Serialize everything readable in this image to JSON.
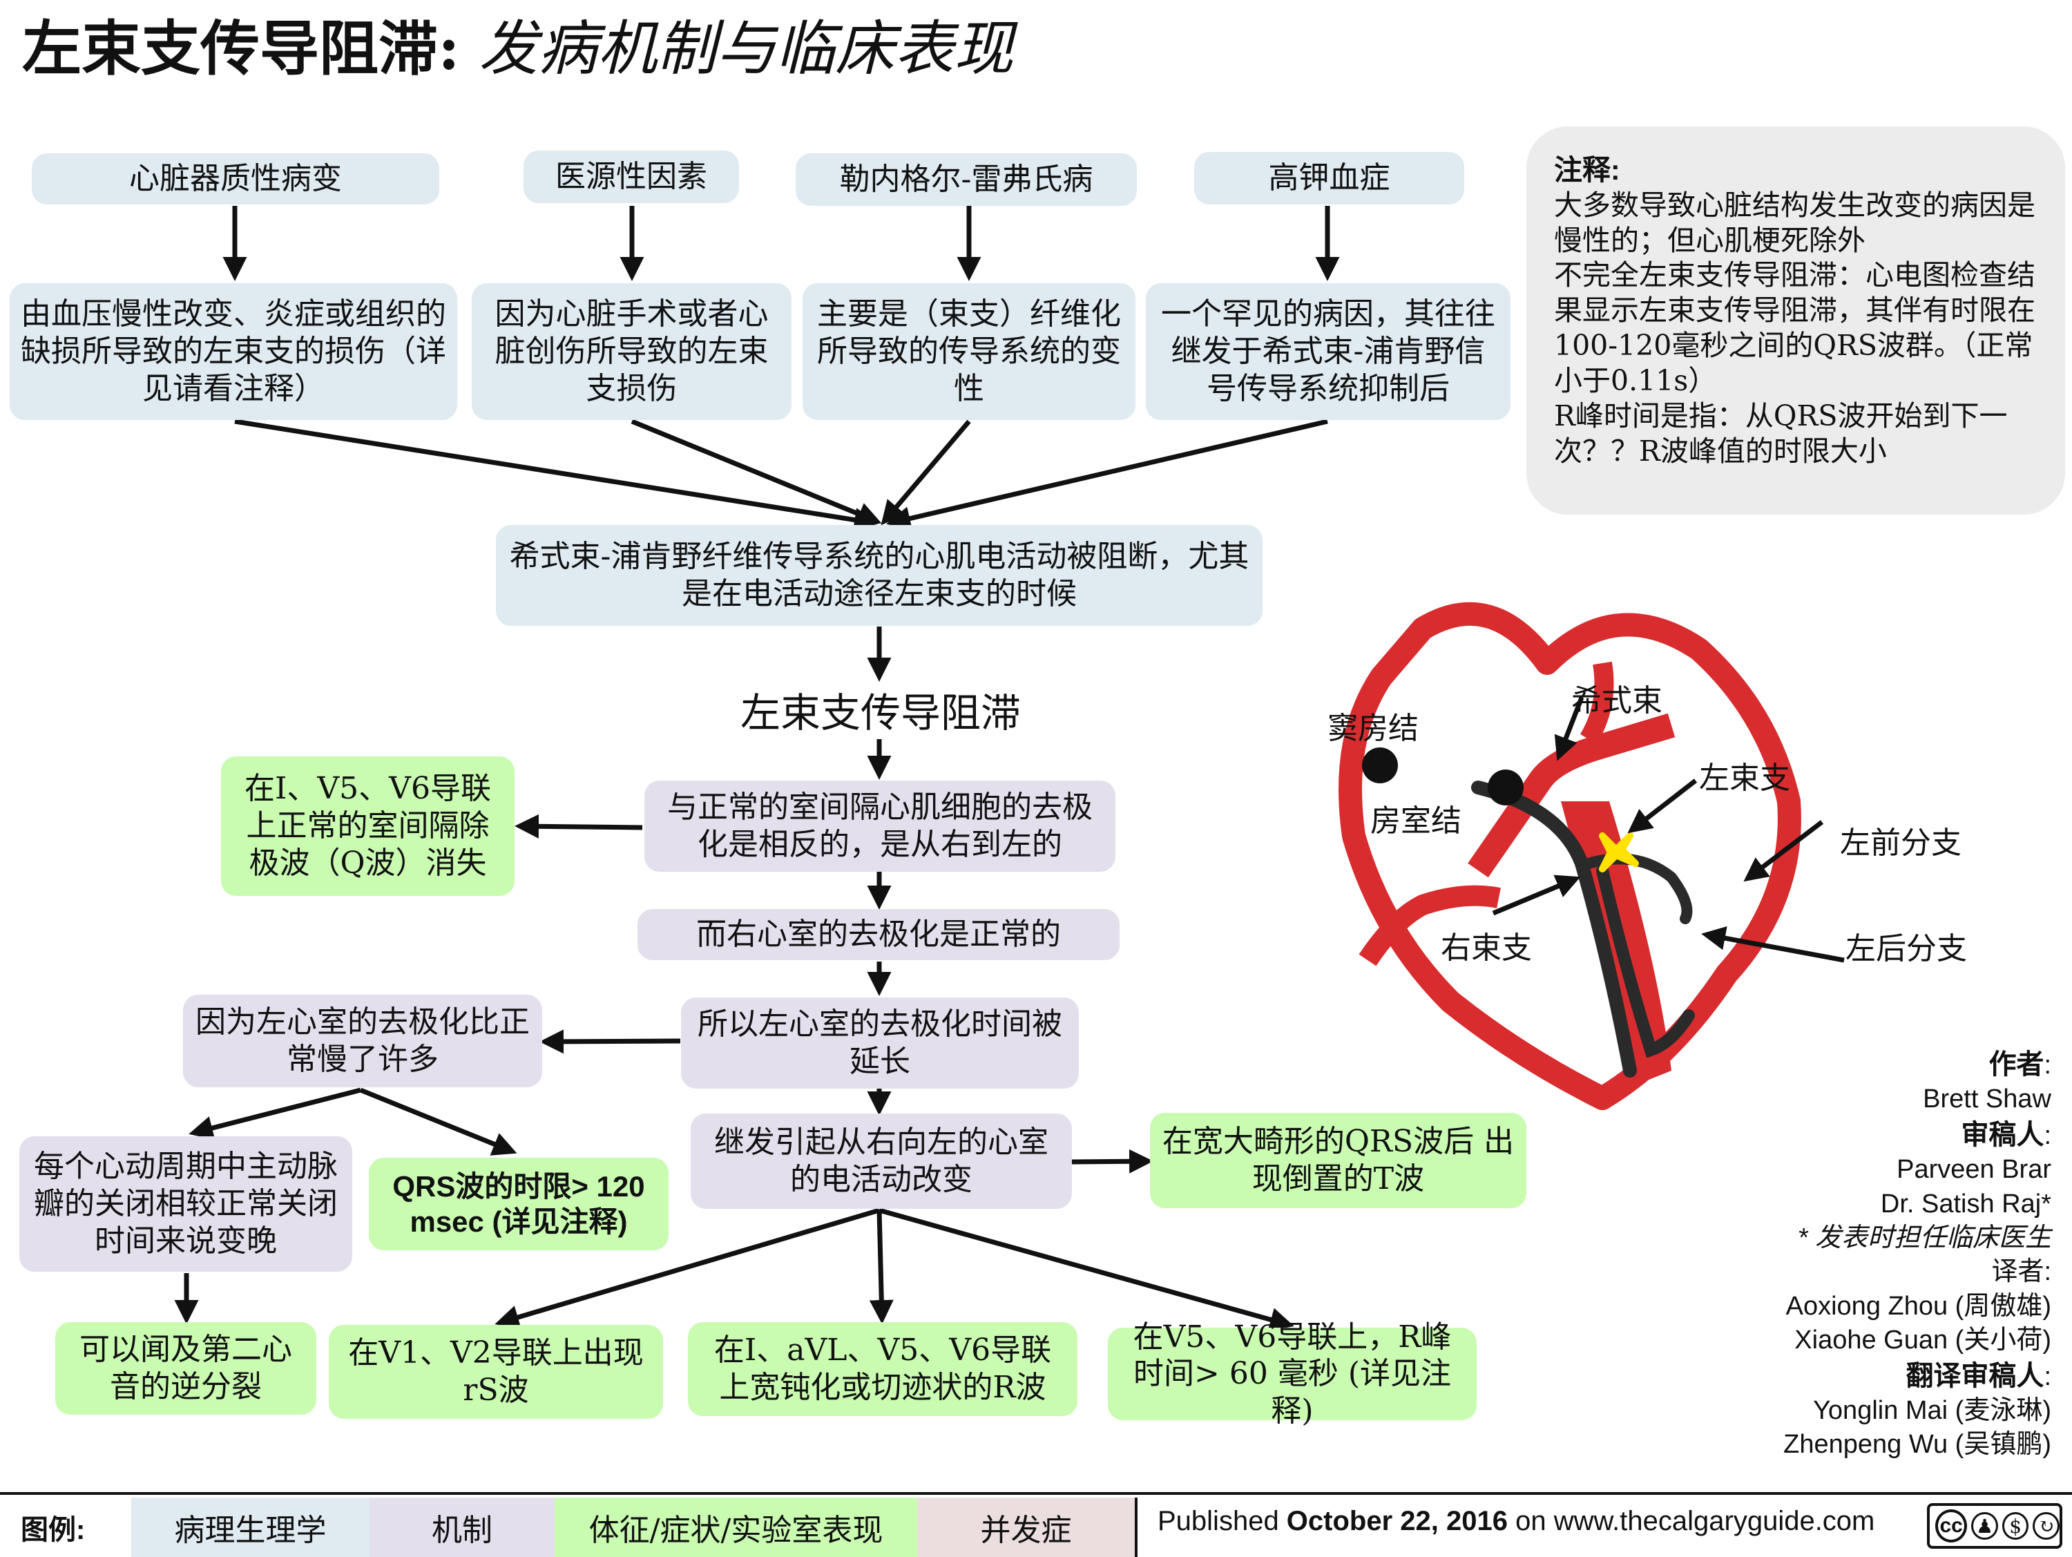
{
  "title": {
    "main": "左束支传导阻滞:",
    "sub": "发病机制与临床表现"
  },
  "causes": [
    {
      "label": "心脏器质性病变",
      "detail": "由血压慢性改变、炎症或组织的缺损所导致的左束支的损伤（详见请看注释）"
    },
    {
      "label": "医源性因素",
      "detail": "因为心脏手术或者心脏创伤所导致的左束支损伤"
    },
    {
      "label": "勒内格尔-雷弗氏病",
      "detail": "主要是（束支）纤维化所导致的传导系统的变性"
    },
    {
      "label": "高钾血症",
      "detail": "一个罕见的病因，其往往继发于希式束-浦肯野信号传导系统抑制后"
    }
  ],
  "notes": {
    "heading": "注释:",
    "lines": [
      "大多数导致心脏结构发生改变的病因是慢性的；但心肌梗死除外",
      "不完全左束支传导阻滞：心电图检查结果显示左束支传导阻滞，其伴有时限在100-120毫秒之间的QRS波群。（正常小于0.11s）",
      "R峰时间是指：从QRS波开始到下一次？？R波峰值的时限大小"
    ]
  },
  "flow": {
    "blocked": "希式束-浦肯野纤维传导系统的心肌电活动被阻断，尤其是在电活动途径左束支的时候",
    "lbbb": "左束支传导阻滞",
    "opposite": "与正常的室间隔心肌细胞的去极化是相反的，是从右到左的",
    "q_loss": "在Ⅰ、V5、V6导联上正常的室间隔除极波（Q波）消失",
    "rv_normal": "而右心室的去极化是正常的",
    "lv_prolonged": "所以左心室的去极化时间被延长",
    "lv_slower": "因为左心室的去极化比正常慢了许多",
    "valve_late": "每个心动周期中主动脉瓣的关闭相较正常关闭时间来说变晚",
    "qrs_width": "QRS波的时限> 120 msec (详见注释)",
    "s2_split": "可以闻及第二心音的逆分裂",
    "secondary": "继发引起从右向左的心室的电活动改变",
    "t_inverted": "在宽大畸形的QRS波后 出现倒置的T波",
    "rs_v1v2": "在V1、V2导联上出现rS波",
    "notched_r": "在Ⅰ、aVL、V5、V6导联上宽钝化或切迹状的R波",
    "r_peak_time": "在V5、V6导联上，R峰时间> 60 毫秒 (详见注释)"
  },
  "heart_labels": {
    "sa_node": "窦房结",
    "av_node": "房室结",
    "his": "希式束",
    "lbb": "左束支",
    "laf": "左前分支",
    "lpf": "左后分支",
    "rbb": "右束支"
  },
  "credits": {
    "author_label": "作者",
    "author": "Brett Shaw",
    "reviewer_label": "审稿人",
    "reviewers": [
      "Parveen Brar",
      "Dr. Satish Raj*"
    ],
    "note": "* 发表时担任临床医生",
    "translator_label": "译者:",
    "translators": [
      "Aoxiong Zhou (周傲雄)",
      "Xiaohe Guan (关小荷)"
    ],
    "trans_reviewer_label": "翻译审稿人",
    "trans_reviewers": [
      "Yonglin Mai (麦泳琳)",
      "Zhenpeng Wu (吴镇鹏)"
    ]
  },
  "legend": {
    "label": "图例:",
    "items": [
      "病理生理学",
      "机制",
      "体征/症状/实验室表现",
      "并发症"
    ],
    "colors": [
      "#dfeaf1",
      "#e3dfec",
      "#c9fbb0",
      "#ecdede"
    ]
  },
  "published": {
    "prefix": "Published ",
    "date": "October 22, 2016",
    "suffix": " on www.thecalgaryguide.com"
  },
  "license": {
    "cc": "cc",
    "icons": [
      "by-icon",
      "nc-icon",
      "sa-icon"
    ],
    "caption": "BY NC SA"
  }
}
